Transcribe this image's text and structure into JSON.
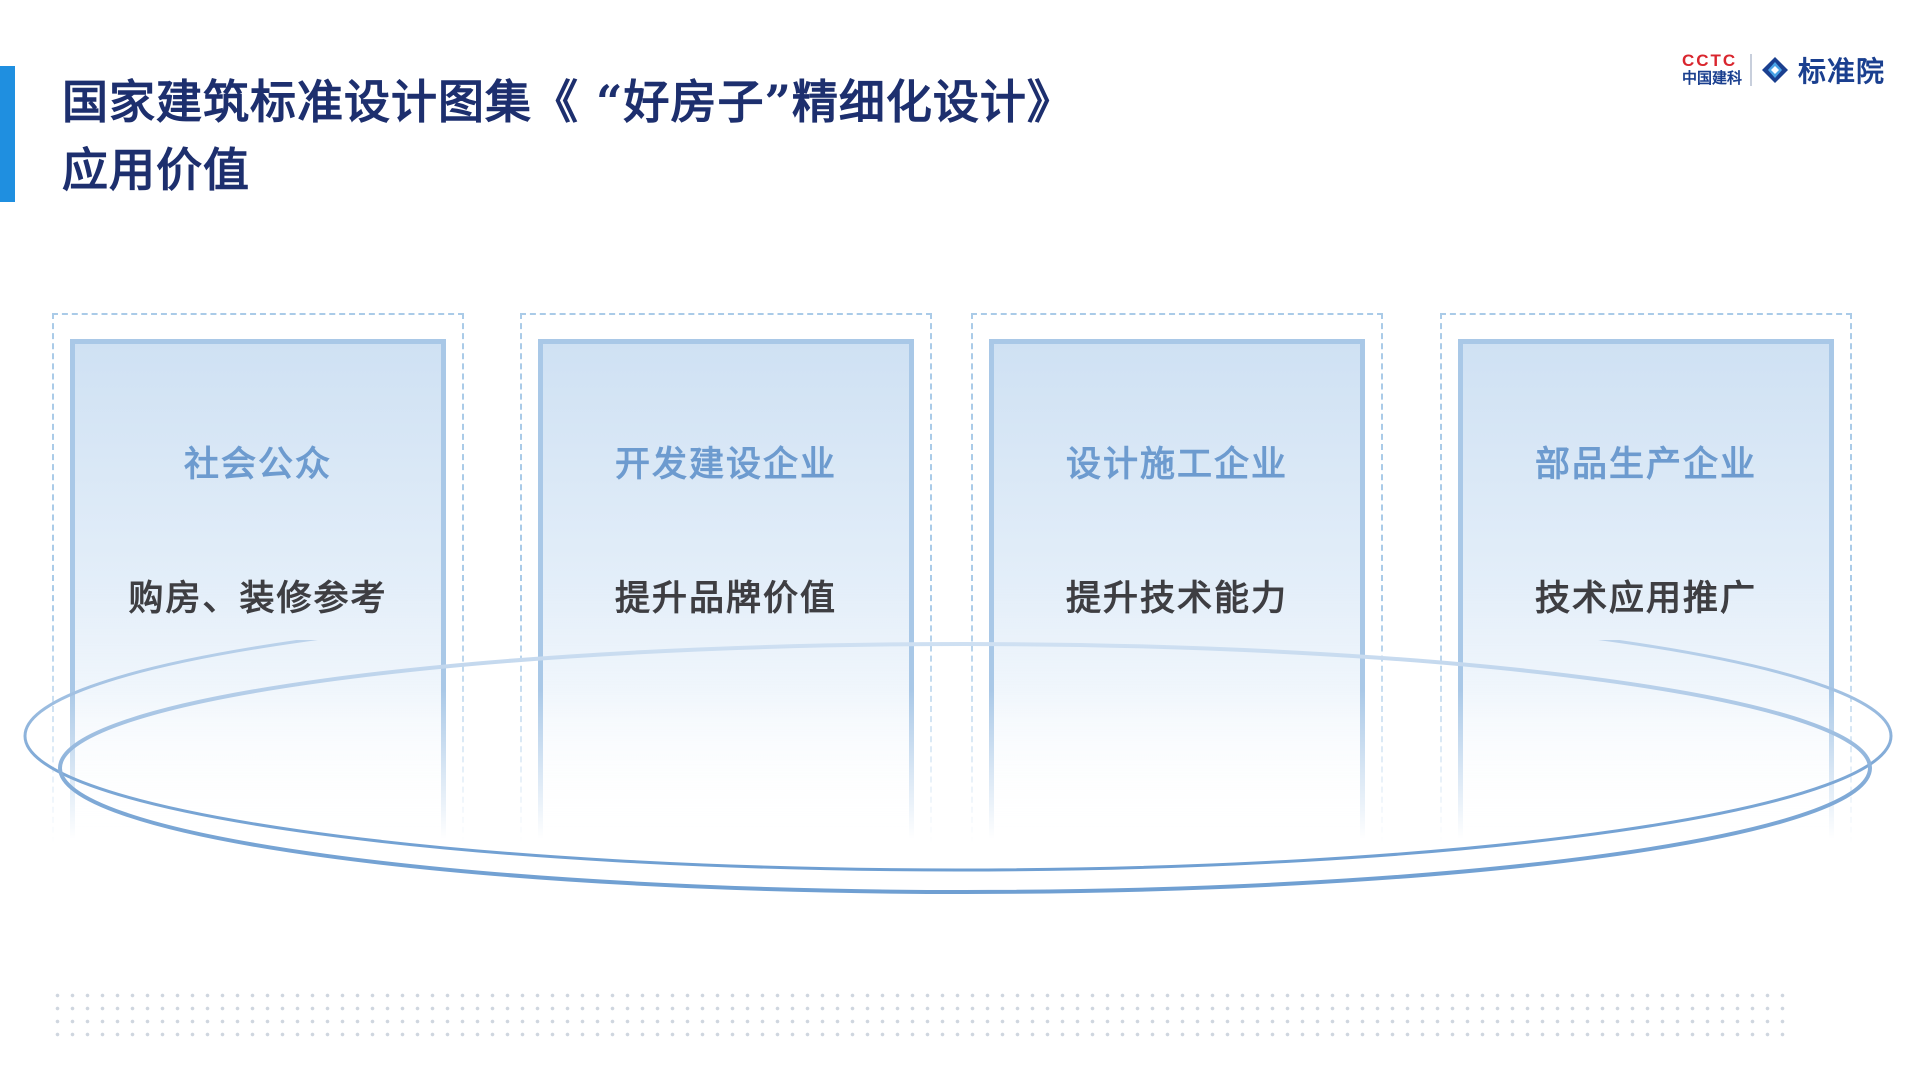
{
  "header": {
    "title_line1": "国家建筑标准设计图集《 “好房子”精细化设计》",
    "title_line2": "应用价值"
  },
  "logo": {
    "mark": "CCTC",
    "group_name": "中国建科",
    "institute_name": "标准院"
  },
  "cards": [
    {
      "title": "社会公众",
      "value": "购房、装修参考"
    },
    {
      "title": "开发建设企业",
      "value": "提升品牌价值"
    },
    {
      "title": "设计施工企业",
      "value": "提升技术能力"
    },
    {
      "title": "部品生产企业",
      "value": "技术应用推广"
    }
  ],
  "colors": {
    "accent_bar": "#1f8fe0",
    "title": "#1d2f6e",
    "card_title": "#6d9bcf",
    "card_value": "#3e3e42",
    "card_border": "#a9c8e7",
    "ring": "#7fa9d6",
    "logo_red": "#d9262e",
    "logo_blue": "#1a3f8f"
  }
}
